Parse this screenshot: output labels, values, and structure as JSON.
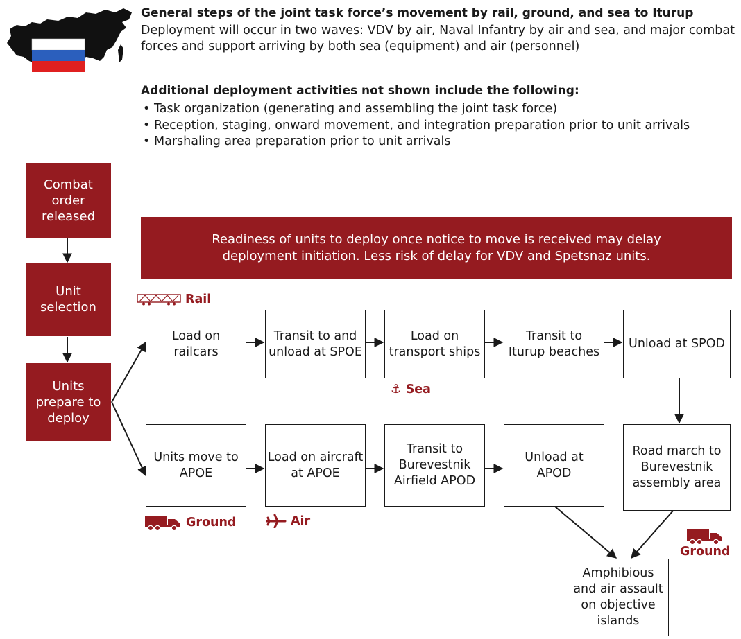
{
  "header": {
    "title": "General steps of the joint task force’s movement by rail, ground, and sea to Iturup",
    "description": "Deployment will occur in two waves: VDV by air, Naval Infantry by air and sea, and major combat forces and support arriving by both sea (equipment) and air (personnel)"
  },
  "additional": {
    "heading": "Additional deployment activities not shown include the following:",
    "items": [
      "Task organization (generating and assembling the joint task force)",
      "Reception, staging, onward movement, and integration preparation prior to unit arrivals",
      "Marshaling area preparation prior to unit arrivals"
    ]
  },
  "left_steps": [
    "Combat order released",
    "Unit selection",
    "Units prepare to deploy"
  ],
  "banner": "Readiness of units to deploy once notice to move is received may delay deployment initiation. Less risk of delay for VDV and Spetsnaz units.",
  "rail_row": [
    "Load on railcars",
    "Transit to and unload at SPOE",
    "Load on transport ships",
    "Transit to Iturup beaches",
    "Unload at SPOD"
  ],
  "air_row": [
    "Units move to APOE",
    "Load on aircraft at APOE",
    "Transit to Burevestnik Airfield APOD",
    "Unload at APOD",
    "Road march to Burevestnik assembly area"
  ],
  "final_step": "Amphibious and air assault on objective islands",
  "modes": {
    "rail": "Rail",
    "sea": "Sea",
    "ground_left": "Ground",
    "air": "Air",
    "ground_right": "Ground"
  },
  "colors": {
    "accent": "#951b20",
    "line": "#1a1a1a"
  }
}
